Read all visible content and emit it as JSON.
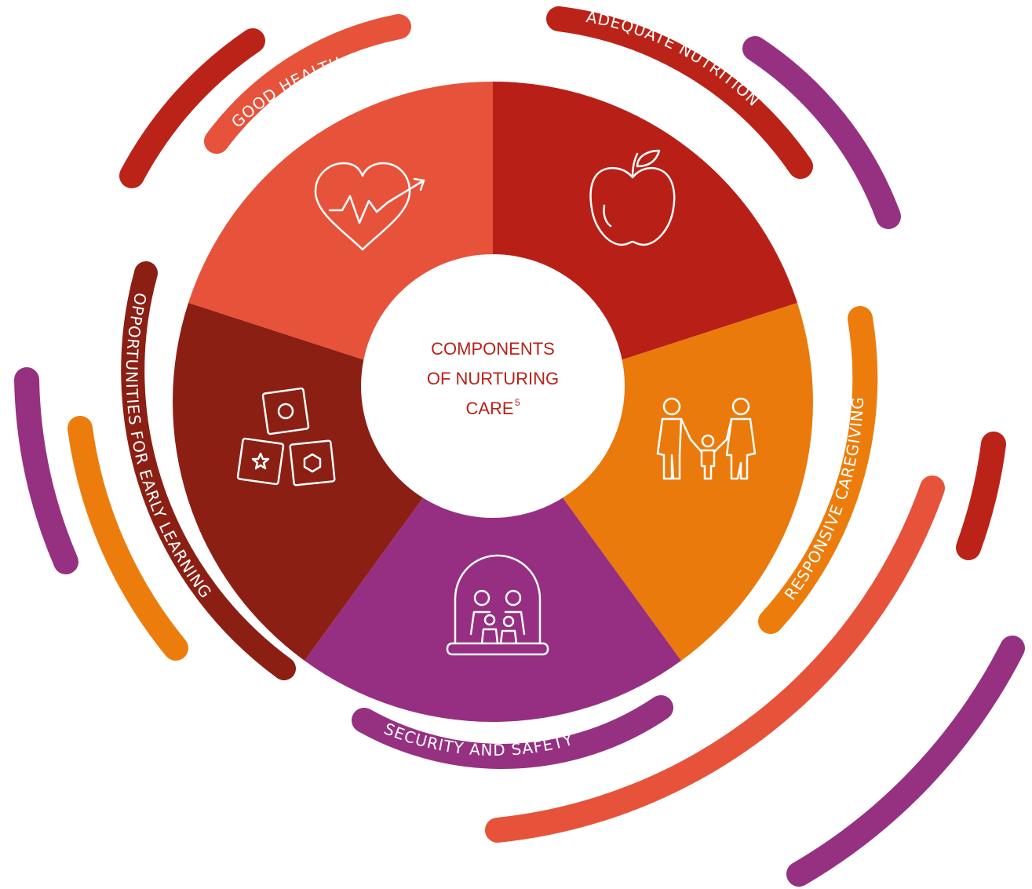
{
  "center": {
    "line1": "COMPONENTS",
    "line2": "OF NURTURING",
    "line3": "CARE",
    "footnote": "5"
  },
  "components": [
    {
      "label": "GOOD HEALTH",
      "color": "#e6533a",
      "icon": "heart-pulse-icon"
    },
    {
      "label": "ADEQUATE NUTRITION",
      "color": "#b82017",
      "icon": "apple-icon"
    },
    {
      "label": "RESPONSIVE CAREGIVING",
      "color": "#ea7a0c",
      "icon": "family-icon"
    },
    {
      "label": "SECURITY AND SAFETY",
      "color": "#962e81",
      "icon": "protected-family-icon"
    },
    {
      "label": "OPPORTUNITIES FOR EARLY LEARNING",
      "color": "#8b1f14",
      "icon": "toy-blocks-icon"
    }
  ],
  "decoration_colors": {
    "red": "#bc2318",
    "coral": "#e6533a",
    "purple": "#963181",
    "orange": "#ec7d0d"
  }
}
